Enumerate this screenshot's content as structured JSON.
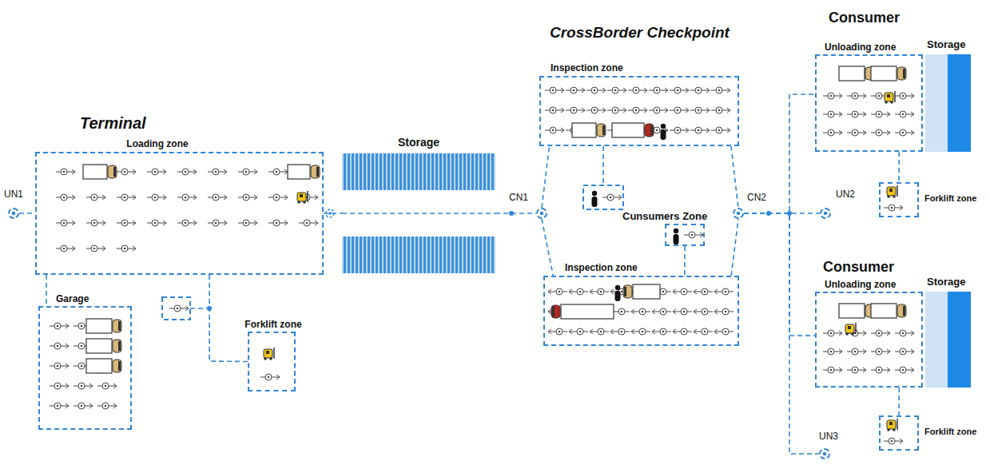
{
  "diagram": {
    "nodes": [
      {
        "text": [
          "UN1"
        ]
      },
      {
        "text": [
          "Loading zone"
        ]
      },
      {
        "text": [
          "Garage"
        ]
      },
      {
        "text": [
          "Forklift zone"
        ]
      },
      {
        "text": [
          "Storage"
        ]
      },
      {
        "text": [
          "CN1"
        ]
      },
      {
        "text": [
          "Inspection zone"
        ]
      },
      {
        "text": [
          "Cunsumers Zone"
        ]
      },
      {
        "text": [
          "Inspection zone"
        ]
      },
      {
        "text": [
          "CN2"
        ]
      },
      {
        "text": [
          "Unloading zone"
        ]
      },
      {
        "text": [
          "Storage"
        ]
      },
      {
        "text": [
          "UN2"
        ]
      },
      {
        "text": [
          "Forklift zone"
        ]
      },
      {
        "text": [
          "Unloading zone"
        ]
      },
      {
        "text": [
          "Storage"
        ]
      },
      {
        "text": [
          "Forklift zone"
        ]
      },
      {
        "text": [
          "UN3"
        ]
      }
    ],
    "edges": [
      {
        "from": 0,
        "to": 1,
        "arrow": "none"
      },
      {
        "from": 1,
        "to": 2,
        "arrow": "none"
      },
      {
        "from": 1,
        "to": 3,
        "arrow": "none"
      },
      {
        "from": 1,
        "to": 4,
        "arrow": "none"
      },
      {
        "from": 4,
        "to": 5,
        "arrow": "none"
      },
      {
        "from": 5,
        "to": 6,
        "arrow": "none"
      },
      {
        "from": 5,
        "to": 8,
        "arrow": "none"
      },
      {
        "from": 6,
        "to": 9,
        "arrow": "none"
      },
      {
        "from": 8,
        "to": 9,
        "arrow": "none"
      },
      {
        "from": 7,
        "to": 8,
        "arrow": "none"
      },
      {
        "from": 9,
        "to": 10,
        "arrow": "none"
      },
      {
        "from": 9,
        "to": 12,
        "arrow": "none"
      },
      {
        "from": 9,
        "to": 14,
        "arrow": "none"
      },
      {
        "from": 9,
        "to": 17,
        "arrow": "none"
      },
      {
        "from": 10,
        "to": 13,
        "arrow": "none"
      },
      {
        "from": 14,
        "to": 16,
        "arrow": "none"
      }
    ],
    "labels": [
      "Terminal",
      "CrossBorder Checkpoint",
      "Consumer",
      "Consumer"
    ]
  }
}
